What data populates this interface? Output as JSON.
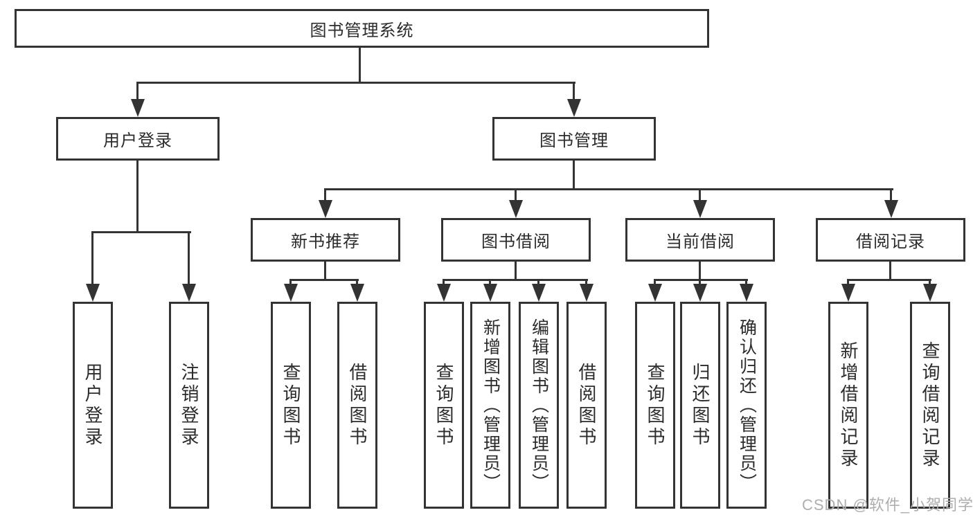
{
  "diagram_title": "图书管理系统",
  "tree": {
    "label": "图书管理系统",
    "children": [
      {
        "label": "用户登录",
        "children": [
          {
            "label": "用户登录"
          },
          {
            "label": "注销登录"
          }
        ]
      },
      {
        "label": "图书管理",
        "children": [
          {
            "label": "新书推荐",
            "children": [
              {
                "label": "查询图书"
              },
              {
                "label": "借阅图书"
              }
            ]
          },
          {
            "label": "图书借阅",
            "children": [
              {
                "label": "查询图书"
              },
              {
                "label": "新增图书（管理员）"
              },
              {
                "label": "编辑图书（管理员）"
              },
              {
                "label": "借阅图书"
              }
            ]
          },
          {
            "label": "当前借阅",
            "children": [
              {
                "label": "查询图书"
              },
              {
                "label": "归还图书"
              },
              {
                "label": "确认归还（管理员）"
              }
            ]
          },
          {
            "label": "借阅记录",
            "children": [
              {
                "label": "新增借阅记录"
              },
              {
                "label": "查询借阅记录"
              }
            ]
          }
        ]
      }
    ]
  },
  "watermark": {
    "text": "CSDN @软件_小贺同学"
  },
  "colors": {
    "line": "#333333",
    "text": "#2b2b2b",
    "watermark": "#aeaeae",
    "background": "#ffffff"
  }
}
